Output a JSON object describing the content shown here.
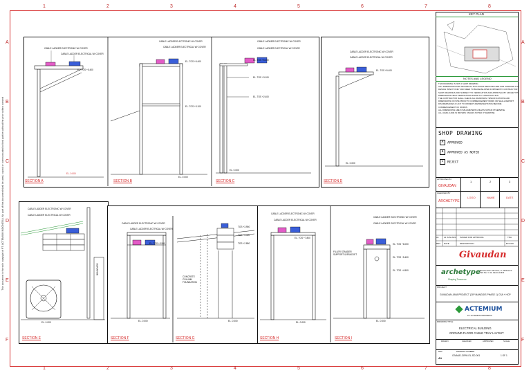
{
  "grid": {
    "top": [
      "1",
      "2",
      "3",
      "4",
      "5",
      "6",
      "7",
      "8"
    ],
    "side": [
      "A",
      "B",
      "C",
      "D",
      "E",
      "F"
    ]
  },
  "sidebar_note": "This document is the sole copyright of PT. ACTEMIUM INDONESIA. No part of this document shall be used, copied or communicated to third parties without the prior written consent",
  "sections_top": [
    {
      "label": "SECTION A",
      "cable1": "CABLE LADDER ELECTRONIC W/ COVER",
      "cable2": "CABLE LADDER ELECTRICAL W/ COVER",
      "el1": "EL. TOS +5.400",
      "el_bottom": "EL. 0.000"
    },
    {
      "label": "SECTION B",
      "cable1": "CABLE LADDER ELECTRONIC W/ COVER",
      "cable2": "CABLE LADDER ELECTRICAL W/ COVER",
      "el1": "EL. TOS +5.400",
      "el2": "EL. TOS +3.100",
      "el_bottom": "EL. 0.000"
    },
    {
      "label": "SECTION C",
      "cable1": "CABLE LADDER ELECTRONIC W/ COVER",
      "cable2": "CABLE LADDER ELECTRICAL W/ COVER",
      "el1": "EL. TOS +5.400",
      "el2": "EL. TOS +3.100",
      "el3": "EL. TOS +2.400",
      "el_bottom": "EL. 0.000"
    },
    {
      "label": "SECTION D",
      "cable1": "CABLE LADDER ELECTRONIC W/ COVER",
      "cable2": "CABLE LADDER ELECTRICAL W/ COVER",
      "el1": "EL. TOS +5.400",
      "el_bottom": "EL. 0.000"
    }
  ],
  "sections_bottom": [
    {
      "label": "SECTION E",
      "cable1": "CABLE LADDER ELECTRONIC W/ COVER",
      "cable2": "CABLE LADDER ELECTRICAL W/ COVER",
      "el_bottom": "EL. 0.000",
      "wall": "BOUNDARY"
    },
    {
      "label": "SECTION F",
      "cable1": "CABLE LADDER ELECTRONIC W/ COVER",
      "cable2": "CABLE LADDER ELECTRICAL W/ COVER",
      "el1": "EL. TOS +3.500",
      "el_bottom": "EL. 0.000"
    },
    {
      "label": "SECTION G",
      "note1": "CONCRETE COLUMN FOUNDATION",
      "el1": "TOS +3.950",
      "el2": "TOS +3.400",
      "el3": "TOS +2.850",
      "el_bottom": "EL. 0.000"
    },
    {
      "label": "SECTION H",
      "cable1": "CABLE LADDER ELECTRONIC W/ COVER",
      "cable2": "CABLE LADDER ELECTRICAL W/ COVER",
      "el1": "EL. TOS +7.800",
      "el_bottom": "EL. 0.000"
    },
    {
      "label": "SECTION I",
      "cable1": "CABLE LADDER ELECTRONIC W/ COVER",
      "cable2": "CABLE LADDER ELECTRICAL W/ COVER",
      "el1": "EL. TOS +6.000",
      "el2": "EL. TOS +5.400",
      "el3": "EL. TOS +4.500",
      "note1": "FILLER STANDER SUPPORT & BRACKET",
      "el_bottom": "EL. 0.000"
    }
  ],
  "titleblock": {
    "key_plan": "KEY PLAN",
    "notes_title": "NOTES AND LEGEND",
    "notes": [
      "THIS DRAWING IS NOT A SHOP DRAWING",
      "ANY DIMENSIONS AND TECHNICAL SOLUTIONS DEPICTED ARE FOR PURPOSE THE",
      "DESIGN INTENT ONLY AND NEED TO BE DEVELOPED FURTHER BY CONTRACTOR",
      "SHOP DRAWINGS AND SUBJECT TO VERIFICATION AND APPROVAL BY ARCHETYPE",
      "DIMENSIONS FIELD VERIFICATION PRIOR TO CONSTRUCTION",
      "THE CONTRACTOR SHALL CHECK ALL DRAWINGS / SPECIFICATIONS AND",
      "DIMENSIONS ON SITE PRIOR TO COMMENCEMENT WORK OR SHALL REPORT",
      "DISCREPANCIES IF ANY TO OWNER'S REPRESENTATIVE BEFORE",
      "COMMENCEMENT OF WORKS",
      "ALL DIMENSIONS ARE IN MILLIMETERS UNLESS NOTED OTHERWISE",
      "ALL LEVELS ARE IN METERS UNLESS NOTED OTHERWISE"
    ],
    "shop_drawing_title": "SHOP DRAWING",
    "sd_options": [
      {
        "box": "A",
        "label": "APPROVED"
      },
      {
        "box": "B",
        "label": "APPROVED AS NOTED"
      },
      {
        "box": "C",
        "label": "REJECT"
      }
    ],
    "approved_by_label": "APPROVED BY",
    "approved_by_value": "GIVAUDAN",
    "check_label": "CHECKED BY",
    "check_value": "ARCHETYPE",
    "sign_cols": [
      "1",
      "2",
      "3"
    ],
    "sign_vals": [
      "LOGO",
      "NAME",
      "DATE"
    ],
    "rev_row1": [
      "A1",
      "21 JUN 2024",
      "ISSUED FOR APPROVAL",
      "TNA"
    ],
    "rev_row2": [
      "REV",
      "DATE",
      "DESCRIPTION",
      "BY/CHK"
    ],
    "client_logo": "Givaudan",
    "architect_logo": "archetype",
    "architect_tag": "Shaping Tomorrow",
    "architect_addr": "Menara ASP / 10th Floor, Jl. HR Rasuna Said Kav. C-10, Jakarta 12940",
    "project_label": "PROJECT",
    "project_value": "GIVAUDAN JAVA PROJECT (CIP MANGGIS PHASE 1) CSA + HCP",
    "contractor_logo": "ACTEMIUM",
    "contractor_sub": "PT. ACTEMIUM INDONESIA",
    "drawing_title_label": "DRAWING TITLE",
    "drawing_title1": "ELECTRICAL BUILDING",
    "drawing_title2": "GROUND FLOOR CABLE TRAY LAYOUT",
    "meta_labels": [
      "DRAWN",
      "CHECKED",
      "APPROVED",
      "SCALE"
    ],
    "drawing_no_label": "DRAWING NUMBER",
    "drawing_no": "GIVAUD-CIPM-EL-SD-001",
    "sheet_no": "1 OF 1",
    "rev_label": "REV",
    "rev_value": "A1"
  }
}
